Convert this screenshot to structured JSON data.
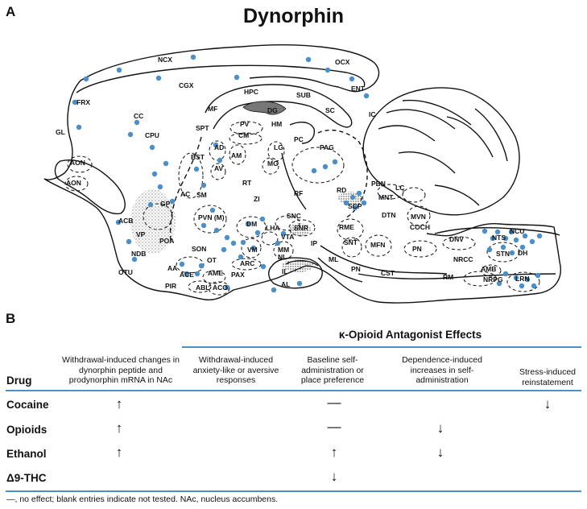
{
  "panel_a": {
    "letter": "A",
    "title": "Dynorphin"
  },
  "regions": [
    "NCX",
    "OCX",
    "CGX",
    "FRX",
    "ENT",
    "SUB",
    "HPC",
    "DG",
    "MF",
    "CC",
    "SC",
    "IC",
    "GL",
    "CPU",
    "SPT",
    "PV",
    "CM",
    "HM",
    "LG",
    "PC",
    "AD",
    "AM",
    "AV",
    "MG",
    "PAG",
    "AON",
    "AON",
    "BST",
    "RT",
    "RF",
    "PBN",
    "MNT",
    "LC",
    "RD",
    "SCP",
    "DTN",
    "MVN",
    "COCH",
    "NCU",
    "NTS",
    "STN",
    "DH",
    "DNV",
    "AC",
    "SM",
    "ZI",
    "GP",
    "ACB",
    "VP",
    "PVN (M)",
    "DM",
    "LHA",
    "SNC",
    "SNR",
    "VTA",
    "RME",
    "SNT",
    "MFN",
    "PN",
    "NRCC",
    "POA",
    "SON",
    "OT",
    "VM",
    "MM",
    "IP",
    "NL",
    "ML",
    "NDB",
    "OTU",
    "AA",
    "ACE",
    "AME",
    "PAX",
    "ARC",
    "IL",
    "AL",
    "PN",
    "CST",
    "RM",
    "NRPG",
    "AMB",
    "LRN",
    "PIR",
    "ABL",
    "ACO"
  ],
  "panel_b": {
    "letter": "B",
    "group_header": "κ-Opioid Antagonist Effects",
    "col_drug": "Drug",
    "col1": "Withdrawal-induced changes in dynorphin peptide and prodynorphin mRNA in NAc",
    "col2": "Withdrawal-induced anxiety-like or aversive responses",
    "col3": "Baseline self-administration or place preference",
    "col4": "Dependence-induced increases in self-administration",
    "col5": "Stress-induced reinstatement",
    "rows": [
      {
        "drug": "Cocaine",
        "c1": "↑",
        "c2": "",
        "c3": "—",
        "c4": "",
        "c5": "↓"
      },
      {
        "drug": "Opioids",
        "c1": "↑",
        "c2": "",
        "c3": "—",
        "c4": "↓",
        "c5": ""
      },
      {
        "drug": "Ethanol",
        "c1": "↑",
        "c2": "",
        "c3": "↑",
        "c4": "↓",
        "c5": ""
      },
      {
        "drug": "Δ9-THC",
        "c1": "",
        "c2": "",
        "c3": "↓",
        "c4": "",
        "c5": ""
      }
    ],
    "footnote": "—, no effect; blank entries indicate not tested. NAc, nucleus accumbens."
  },
  "colors": {
    "dot": "#4a8fc8",
    "rule": "#4a8fc8",
    "line": "#111111",
    "shade": "#777777"
  }
}
